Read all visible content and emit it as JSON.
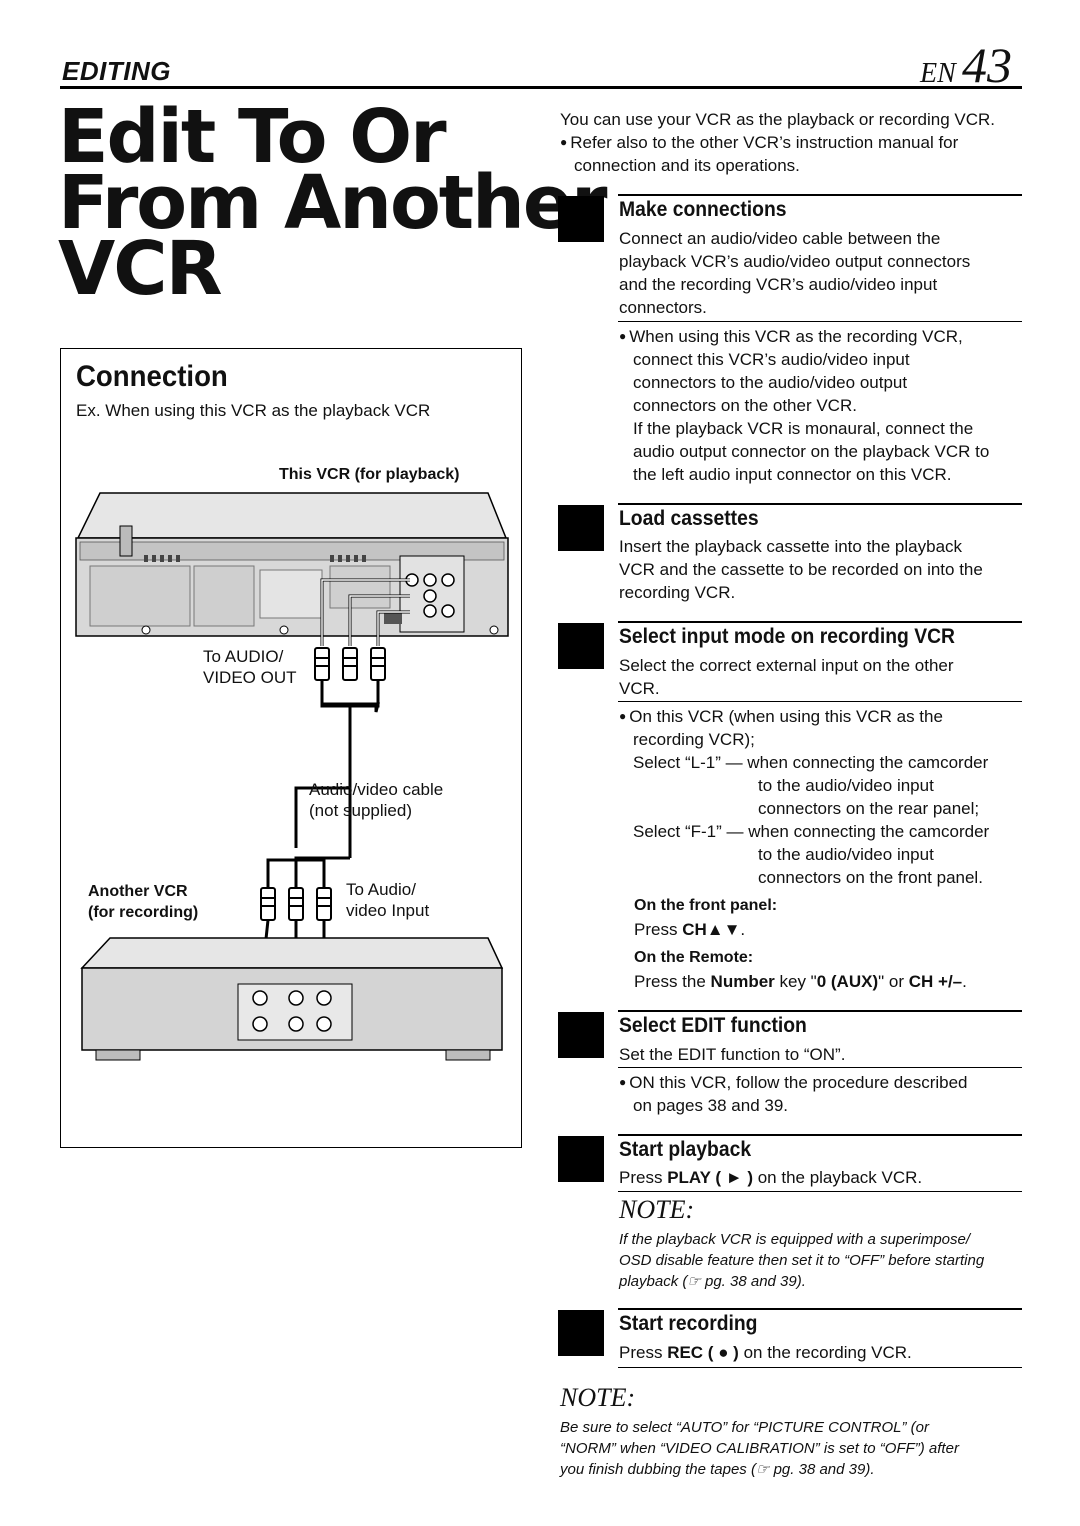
{
  "header": {
    "section": "EDITING",
    "lang": "EN",
    "page_number": "43"
  },
  "title": {
    "line1": "Edit To Or",
    "line2": "From Another",
    "line3": "VCR"
  },
  "connection": {
    "heading": "Connection",
    "example": "Ex. When using this VCR as the playback VCR",
    "this_vcr_label": "This VCR (for playback)",
    "to_audio_1": "To AUDIO/",
    "to_audio_2": "VIDEO OUT",
    "cable_1": "Audio/video cable",
    "cable_2": "(not supplied)",
    "another_1": "Another VCR",
    "another_2": "(for recording)",
    "to_input_1": "To Audio/",
    "to_input_2": "video Input"
  },
  "intro": {
    "line": "You can use your VCR as the playback or recording VCR.",
    "bullet_1": "Refer also to the other VCR’s instruction manual for",
    "bullet_2": "connection and its operations."
  },
  "steps": {
    "s1": {
      "title": "Make connections",
      "l1": "Connect an audio/video cable between the",
      "l2": "playback VCR’s audio/video output connectors",
      "l3": "and the recording VCR’s audio/video input",
      "l4": "connectors.",
      "b1": "When using this VCR as the recording VCR,",
      "b2": "connect this VCR’s audio/video input",
      "b3": "connectors to the audio/video output",
      "b4": "connectors on the other VCR.",
      "b5": "If the playback VCR is monaural, connect the",
      "b6": "audio output connector on the playback VCR to",
      "b7": "the left audio input connector on this VCR."
    },
    "s2": {
      "title": "Load cassettes",
      "l1": "Insert the playback cassette into the playback",
      "l2": "VCR and the cassette to be recorded on into the",
      "l3": "recording VCR."
    },
    "s3": {
      "title": "Select input mode on recording VCR",
      "l1": "Select the correct external input on the other",
      "l2": "VCR.",
      "b1": "On this VCR (when using this VCR as the",
      "b2": "recording VCR);",
      "b3a": "Select “L-1” — when connecting the camcorder",
      "b3b": "to the audio/video input",
      "b3c": "connectors on the rear panel;",
      "b4a": "Select “F-1” — when connecting the camcorder",
      "b4b": "to the audio/video input",
      "b4c": "connectors on the front panel.",
      "fp_h": "On the front panel:",
      "fp_press": "Press ",
      "fp_key": "CH▲▼",
      "fp_end": ".",
      "rm_h": "On the Remote:",
      "rm_press": "Press the ",
      "rm_key1": "Number",
      "rm_mid1": " key \"",
      "rm_key2": "0 (AUX)",
      "rm_mid2": "\" or ",
      "rm_key3": "CH +/–",
      "rm_end": "."
    },
    "s4": {
      "title": "Select EDIT function",
      "l1": "Set the EDIT function to “ON”.",
      "b1": "ON this VCR, follow the procedure described",
      "b2": "on pages 38 and 39."
    },
    "s5": {
      "title": "Start playback",
      "press": "Press ",
      "key": "PLAY ( ► )",
      "end": " on the playback VCR."
    },
    "s6": {
      "title": "Start recording",
      "press": "Press ",
      "key": "REC ( ● )",
      "end": " on the recording VCR."
    }
  },
  "note1": {
    "heading": "NOTE:",
    "l1": "If the playback VCR is equipped with a superimpose/",
    "l2": "OSD disable feature then set it to “OFF” before starting",
    "l3": "playback (☞ pg. 38 and 39)."
  },
  "note2": {
    "heading": "NOTE:",
    "l1": "Be sure to select “AUTO” for “PICTURE CONTROL” (or",
    "l2": "“NORM” when “VIDEO CALIBRATION” is set to “OFF”) after",
    "l3": "you finish dubbing the tapes (☞ pg. 38 and 39)."
  }
}
